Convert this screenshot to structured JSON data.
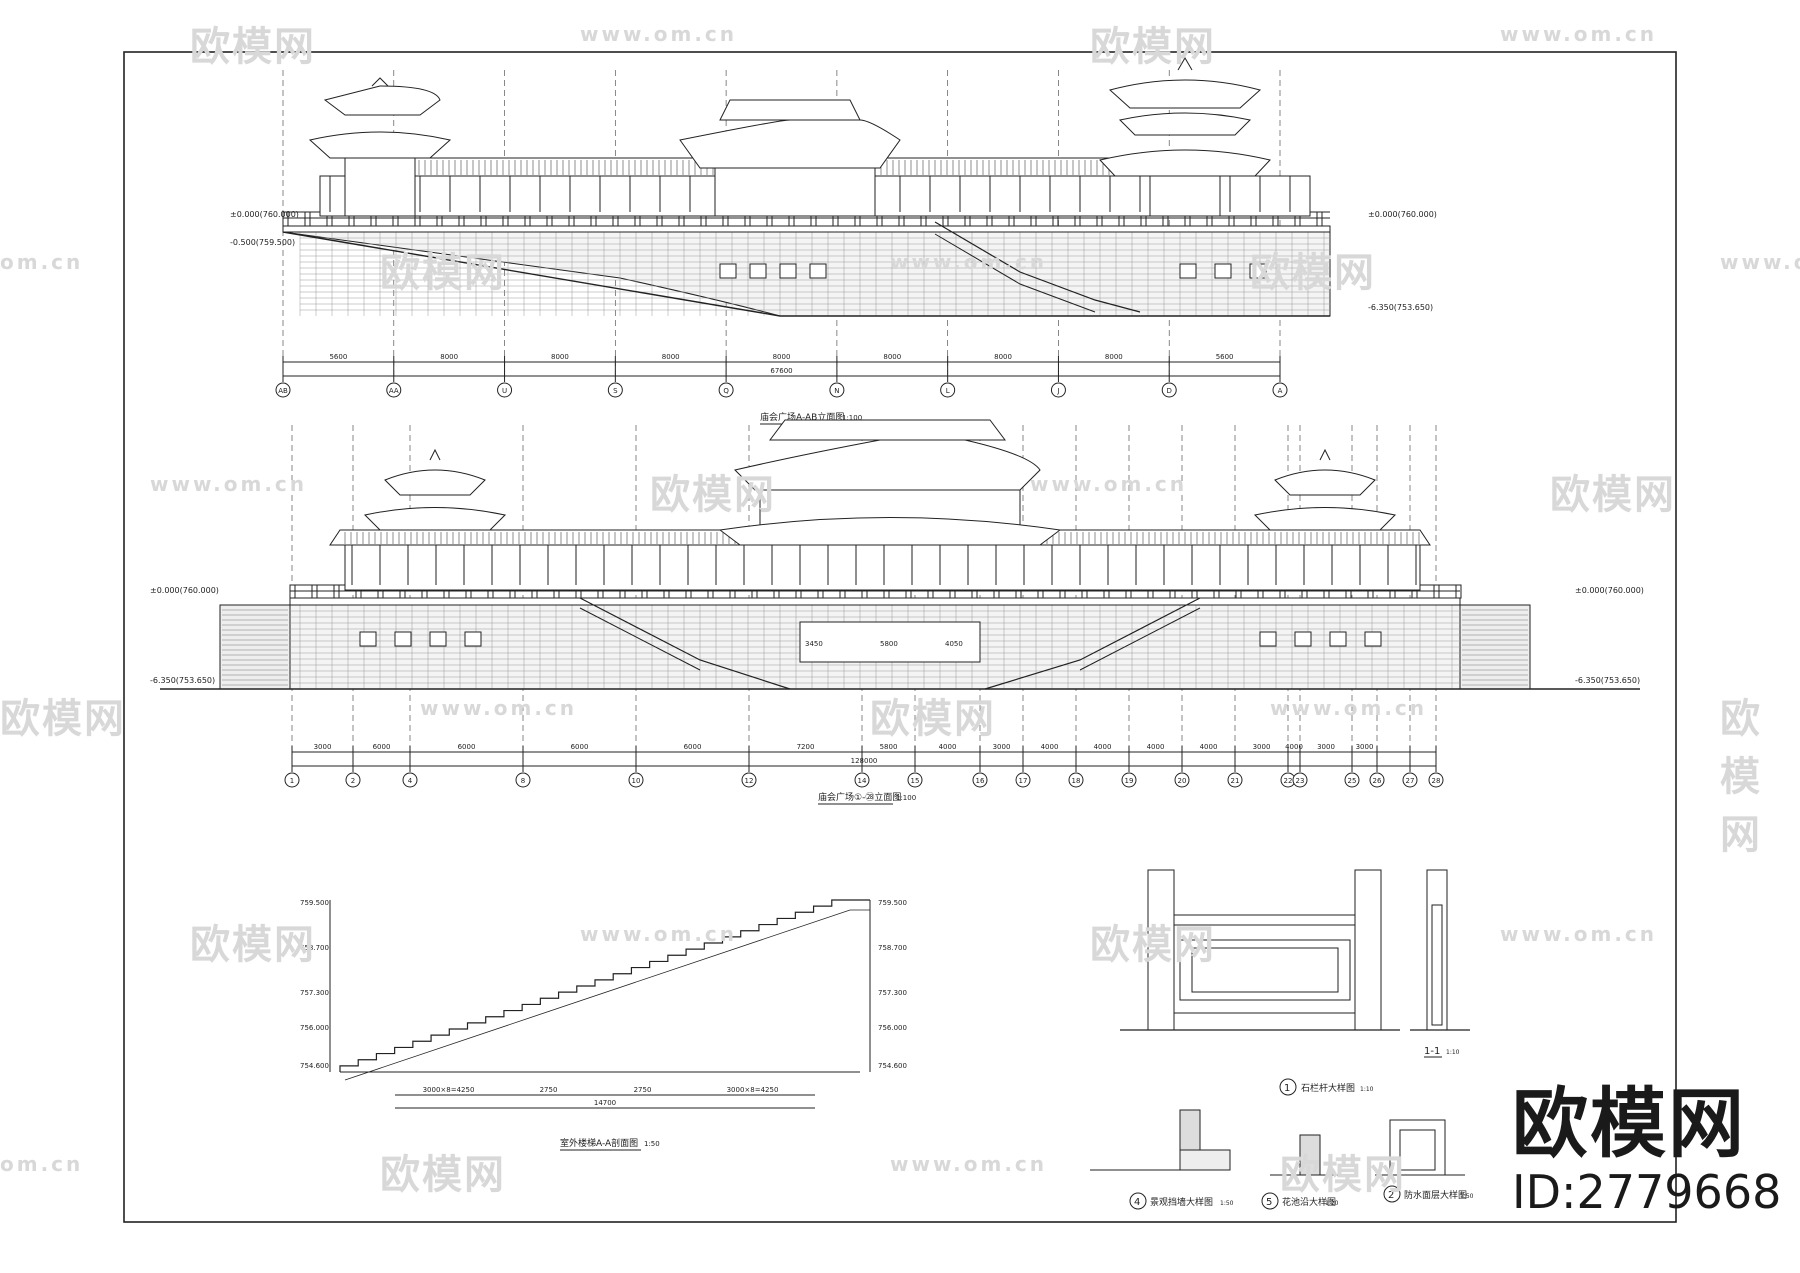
{
  "brand": {
    "name": "欧模网",
    "id": "ID:2779668"
  },
  "watermark": {
    "cn": "欧模网",
    "url": "www.om.cn",
    "url_short": "om.cn"
  },
  "elevation1": {
    "title": "庙会广场A-AB立面图",
    "scale": "1:100",
    "level_top": "±0.000(760.000)",
    "level_left": "-0.500(759.500)",
    "level_bottom": "-6.350(753.650)",
    "axes": [
      "AB",
      "AA",
      "U",
      "S",
      "Q",
      "N",
      "L",
      "J",
      "D",
      "A"
    ],
    "dims": [
      "5600",
      "8000",
      "8000",
      "8000",
      "8000",
      "8000",
      "8000",
      "8000",
      "5600"
    ],
    "total": "67600"
  },
  "elevation2": {
    "title": "庙会广场①-㉘立面图",
    "scale": "1:100",
    "level_top": "±0.000(760.000)",
    "level_bottom": "-6.350(753.650)",
    "axes": [
      "1",
      "2",
      "4",
      "8",
      "10",
      "12",
      "14",
      "15",
      "16",
      "17",
      "18",
      "19",
      "20",
      "21",
      "22",
      "23",
      "25",
      "26",
      "27",
      "28"
    ],
    "dims": [
      "3000",
      "6000",
      "6000",
      "6000",
      "6000",
      "7200",
      "5800",
      "4000",
      "3000",
      "4000",
      "4000",
      "4000",
      "4000",
      "3000",
      "4000",
      "3000",
      "3000"
    ],
    "total": "128000",
    "inner_dims": [
      "3450",
      "5800",
      "4050"
    ]
  },
  "section": {
    "title": "室外楼梯A-A剖面图",
    "scale": "1:50",
    "levels": [
      "759.500",
      "758.700",
      "757.300",
      "756.000",
      "754.600"
    ],
    "dims": [
      "3000×8=4250",
      "2750",
      "2750",
      "3000×8=4250"
    ],
    "total": "14700"
  },
  "details": {
    "d1": {
      "num": "1",
      "label": "石栏杆大样图",
      "scale": "1:10"
    },
    "d11": {
      "label": "1-1",
      "scale": "1:10"
    },
    "d4": {
      "num": "4",
      "label": "景观挡墙大样图",
      "scale": "1:50"
    },
    "d5": {
      "num": "5",
      "label": "花池沿大样图",
      "scale": "1:20"
    },
    "d2": {
      "num": "2",
      "label": "防水面层大样图",
      "scale": "1:50"
    }
  }
}
